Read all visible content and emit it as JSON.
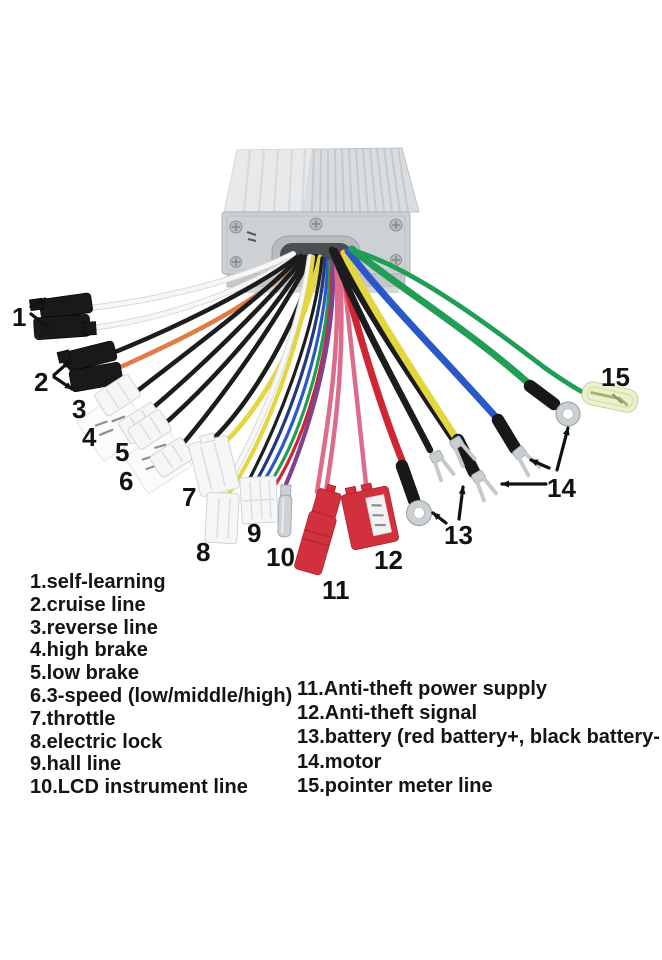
{
  "diagram": {
    "wire_numbers": [
      "1",
      "2",
      "3",
      "4",
      "5",
      "6",
      "7",
      "8",
      "9",
      "10",
      "11",
      "12",
      "13",
      "14",
      "15"
    ],
    "colors": {
      "wire_white": "#f7f7f7",
      "wire_white_edge": "#d9d9d9",
      "wire_black": "#1c1c1c",
      "wire_orange": "#e07b45",
      "wire_yellow": "#e3d63e",
      "wire_blue": "#2a57c9",
      "wire_navy": "#1f3a7d",
      "wire_green": "#1f9e54",
      "wire_red": "#cf2535",
      "wire_pink": "#dd6b8a",
      "wire_purple": "#7d4390",
      "connector_black": "#191919",
      "connector_white": "#f5f6f6",
      "connector_red": "#d3303e",
      "terminal_silver": "#cbd0d3",
      "bullet_green_shell": "#ecf1cd",
      "controller_silver": "#dadde0",
      "faceplate_silver": "#cdd1d4"
    }
  },
  "legend": {
    "left": [
      "1.self-learning",
      "2.cruise line",
      "3.reverse line",
      "4.high brake",
      "5.low brake",
      "6.3-speed (low/middle/high)",
      "7.throttle",
      "8.electric lock",
      "9.hall line",
      "10.LCD instrument line"
    ],
    "right": [
      "11.Anti-theft power supply",
      "12.Anti-theft signal",
      "13.battery (red battery+, black battery-",
      "14.motor",
      "15.pointer meter line"
    ]
  }
}
